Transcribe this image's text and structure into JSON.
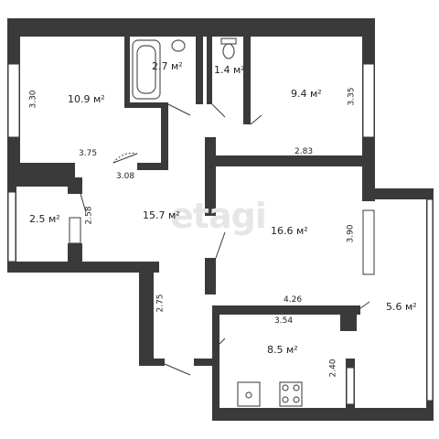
{
  "watermark": "etagi",
  "rooms": {
    "room_nw": "10.9 м²",
    "bath": "2.7 м²",
    "toilet": "1.4 м²",
    "room_ne": "9.4 м²",
    "balcony_w": "2.5 м²",
    "hall": "15.7 м²",
    "room_center": "16.6 м²",
    "balcony_e": "5.6 м²",
    "kitchen": "8.5 м²"
  },
  "dimensions": {
    "nw_height": "3.30",
    "nw_width": "3.75",
    "hall_top": "3.08",
    "ne_height": "3.35",
    "ne_width": "2.83",
    "balcony_w_height": "2.58",
    "center_height": "3.90",
    "center_width": "4.26",
    "hall_height": "2.75",
    "kitchen_width": "3.54",
    "kitchen_height": "2.40"
  },
  "colors": {
    "wall": "#3a3a3a",
    "window": "#ffffff",
    "fixture": "#555555"
  }
}
